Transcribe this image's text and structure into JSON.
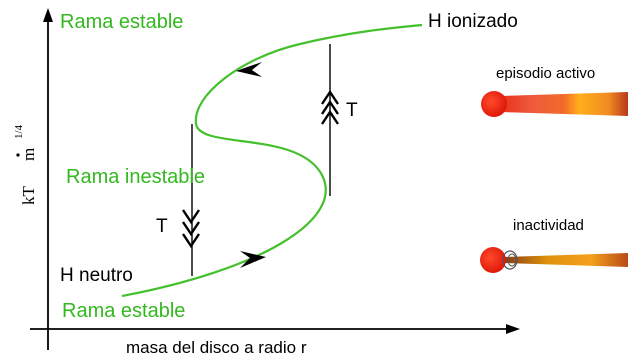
{
  "labels": {
    "upper_branch": "Rama estable",
    "middle_branch": "Rama inestable",
    "lower_branch": "Rama estable",
    "ionized": "H ionizado",
    "neutral": "H neutro",
    "t_up": "T",
    "t_down": "T",
    "x_axis": "masa del disco a radio r",
    "y_axis_kt": "kT",
    "y_axis_mdot": "m",
    "y_axis_exp": "1/4",
    "active_title": "episodio activo",
    "quiet_title": "inactividad"
  },
  "colors": {
    "curve": "#44c02c",
    "branch_text": "#33b81f",
    "axis": "#000000",
    "text": "#000000",
    "star": "#f21f0f",
    "disk_hot": "#e64318",
    "disk_warm": "#ffb019",
    "disk_dark": "#8a3412"
  }
}
